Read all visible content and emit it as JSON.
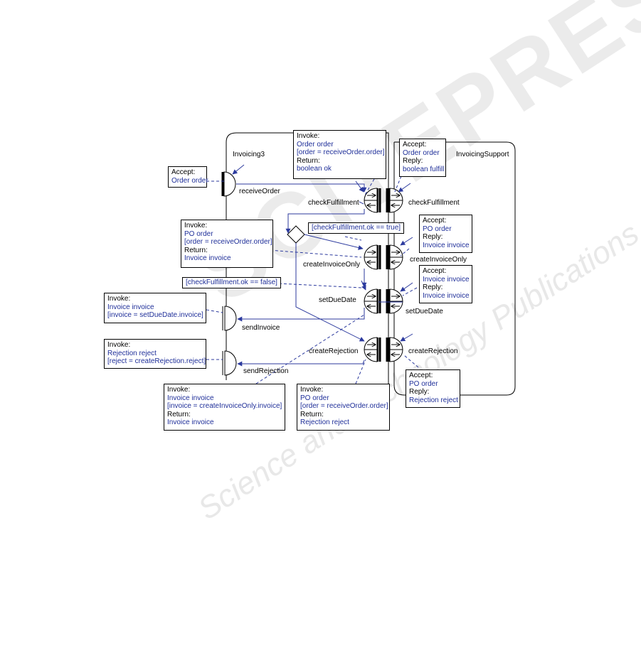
{
  "watermark": {
    "brand": "SCITEPRESS",
    "tagline": "Science and Technology Publications"
  },
  "containers": {
    "left": "Invoicing3",
    "right": "InvoicingSupport"
  },
  "nodes": {
    "receive_order": "receiveOrder",
    "check_fulfillment_left": "checkFulfillment",
    "check_fulfillment_right": "checkFulfillment",
    "create_invoice_only_left": "createInvoiceOnly",
    "create_invoice_only_right": "createInvoiceOnly",
    "set_due_date_left": "setDueDate",
    "set_due_date_right": "setDueDate",
    "create_rejection_left": "createRejection",
    "create_rejection_right": "createRejection",
    "send_invoice": "sendInvoice",
    "send_rejection": "sendRejection"
  },
  "conditions": {
    "ok_true": "[checkFulfillment.ok == true]",
    "ok_false": "[checkFulfillment.ok == false]"
  },
  "notes": {
    "accept_order": [
      "Accept:",
      "Order order"
    ],
    "invoke_check": [
      "Invoke:",
      "Order order",
      "[order = receiveOrder.order]",
      "Return:",
      "boolean ok"
    ],
    "accept_check": [
      "Accept:",
      "Order order",
      "Reply:",
      "boolean fulfill"
    ],
    "invoke_create_invoice": [
      "Invoke:",
      "PO order",
      "[order = receiveOrder.order]",
      "Return:",
      "Invoice invoice"
    ],
    "accept_create_invoice": [
      "Accept:",
      "PO order",
      "Reply:",
      "Invoice invoice"
    ],
    "accept_set_due_date": [
      "Accept:",
      "Invoice invoice",
      "Reply:",
      "Invoice invoice"
    ],
    "invoke_send_invoice": [
      "Invoke:",
      "Invoice invoice",
      "[invoice = setDueDate.invoice]"
    ],
    "invoke_send_rejection": [
      "Invoke:",
      "Rejection reject",
      "[reject = createRejection.reject]"
    ],
    "invoke_set_due_date": [
      "Invoke:",
      "Invoice invoice",
      "[invoice = createInvoiceOnly.invoice]",
      "Return:",
      "Invoice invoice"
    ],
    "invoke_create_rejection": [
      "Invoke:",
      "PO order",
      "[order = receiveOrder.order]",
      "Return:",
      "Rejection reject"
    ],
    "accept_create_rejection": [
      "Accept:",
      "PO order",
      "Reply:",
      "Rejection reject"
    ]
  },
  "colors": {
    "line": "#000000",
    "link": "#2c3a9e",
    "value_text": "#1f2f99",
    "watermark": "#ebebeb"
  }
}
